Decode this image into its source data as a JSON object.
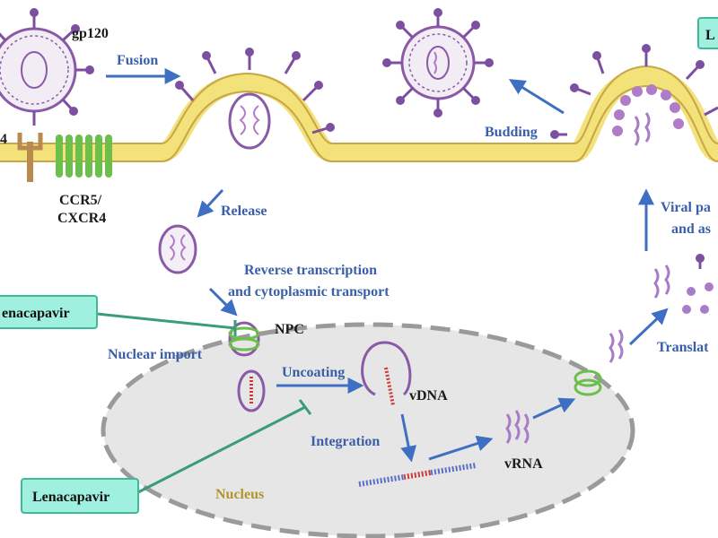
{
  "labels": {
    "gp120": "gp120",
    "cd4": "4",
    "coreceptor_line1": "CCR5/",
    "coreceptor_line2": "CXCR4",
    "fusion": "Fusion",
    "release": "Release",
    "rt_line1": "Reverse transcription",
    "rt_line2": "and cytoplasmic transport",
    "npc": "NPC",
    "nuclear_import": "Nuclear import",
    "uncoating": "Uncoating",
    "vdna": "vDNA",
    "integration": "Integration",
    "vrna": "vRNA",
    "nucleus": "Nucleus",
    "translation": "Translat",
    "viral_line1": "Viral pa",
    "viral_line2": "and as",
    "budding": "Budding",
    "top_right_box": "L"
  },
  "drugs": {
    "top": "enacapavir",
    "bottom": "Lenacapavir"
  },
  "colors": {
    "arrow": "#3e6fc2",
    "label": "#3a5fa8",
    "membrane_yellow": "#f3e27a",
    "membrane_edge": "#c7a54a",
    "virus_purple": "#8a5aa6",
    "spike_purple": "#7d4fa0",
    "drug_box_fill": "#9ff0de",
    "drug_box_edge": "#3fb99a",
    "drug_line": "#3a9c7d",
    "nucleus_fill": "#e6e6e6",
    "receptor_green": "#6bbf4a",
    "cd4_brown": "#b98a4f",
    "dna_red": "#cc3b3b",
    "dna_blue": "#5a6fc8"
  }
}
